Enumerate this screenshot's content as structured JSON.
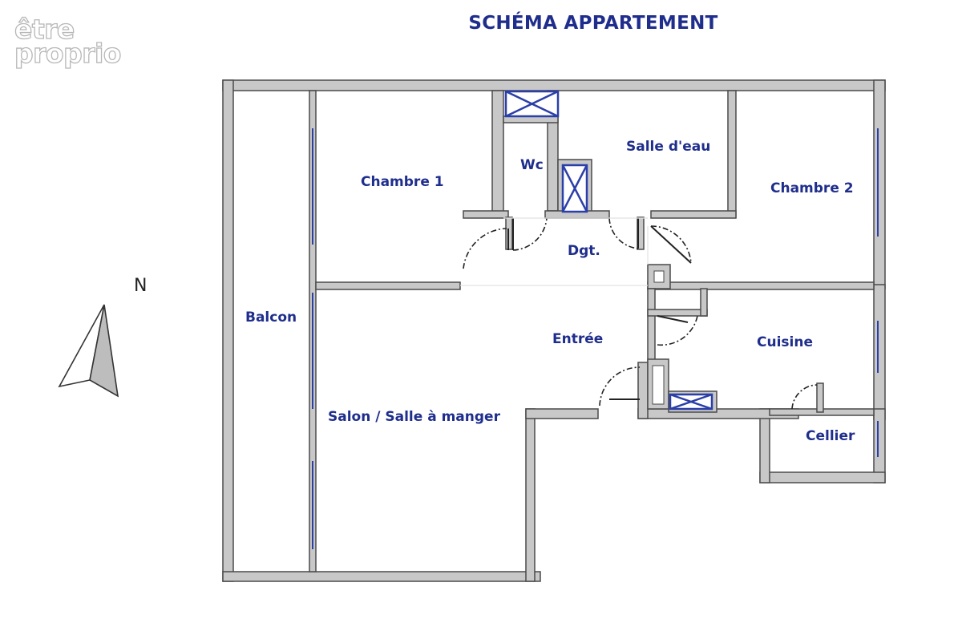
{
  "title": "SCHÉMA APPARTEMENT",
  "logo": {
    "line1": "être",
    "line2": "proprio"
  },
  "compass": {
    "label": "N"
  },
  "rooms": {
    "chambre1": "Chambre 1",
    "wc": "Wc",
    "salle_eau": "Salle d'eau",
    "chambre2": "Chambre 2",
    "degagement": "Dgt.",
    "balcon": "Balcon",
    "entree": "Entrée",
    "cuisine": "Cuisine",
    "salon": "Salon / Salle à manger",
    "cellier": "Cellier"
  },
  "colors": {
    "wall_fill": "#c8c8c8",
    "wall_stroke": "#4a4a4a",
    "label": "#1f2e8c",
    "shaft": "#2b3fa8"
  }
}
